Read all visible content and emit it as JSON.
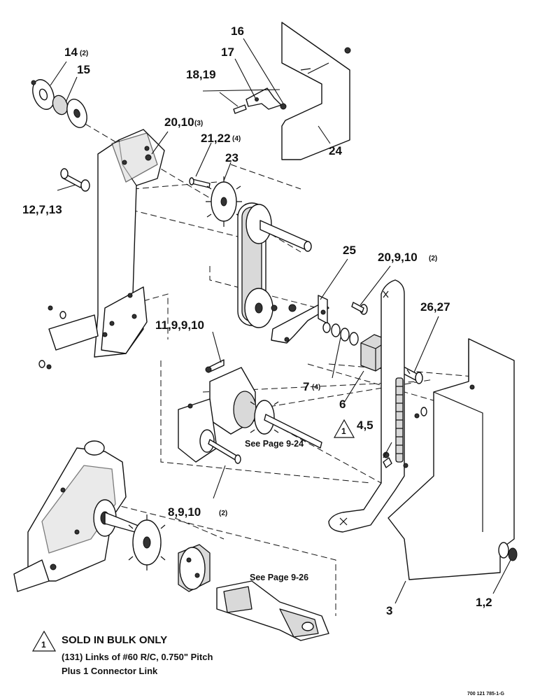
{
  "callouts": {
    "c14": "14",
    "c14_qty": "(2)",
    "c15": "15",
    "c16": "16",
    "c17": "17",
    "c18_19": "18,19",
    "c20_10": "20,10",
    "c20_10_qty": "(3)",
    "c21_22": "21,22",
    "c21_22_qty": "(4)",
    "c23": "23",
    "c24": "24",
    "c12_7_13": "12,7,13",
    "c25": "25",
    "c20_9_10": "20,9,10",
    "c20_9_10_qty": "(2)",
    "c26_27": "26,27",
    "c11_9_9_10": "11,9,9,10",
    "c7": "7",
    "c7_qty": "(4)",
    "c6": "6",
    "c4_5": "4,5",
    "c8_9_10": "8,9,10",
    "c8_9_10_qty": "(2)",
    "c3": "3",
    "c1_2": "1,2"
  },
  "references": {
    "page_9_24": "See Page 9-24",
    "page_9_26": "See Page 9-26"
  },
  "note": {
    "symbol": "1",
    "heading": "SOLD IN BULK ONLY",
    "line1": "(131) Links of #60 R/C, 0.750\" Pitch",
    "line2": "Plus 1 Connector Link"
  },
  "chain_symbol": "1",
  "drawing_code": "700 121 785-1-G",
  "colors": {
    "ink": "#111111",
    "paper": "#ffffff"
  }
}
